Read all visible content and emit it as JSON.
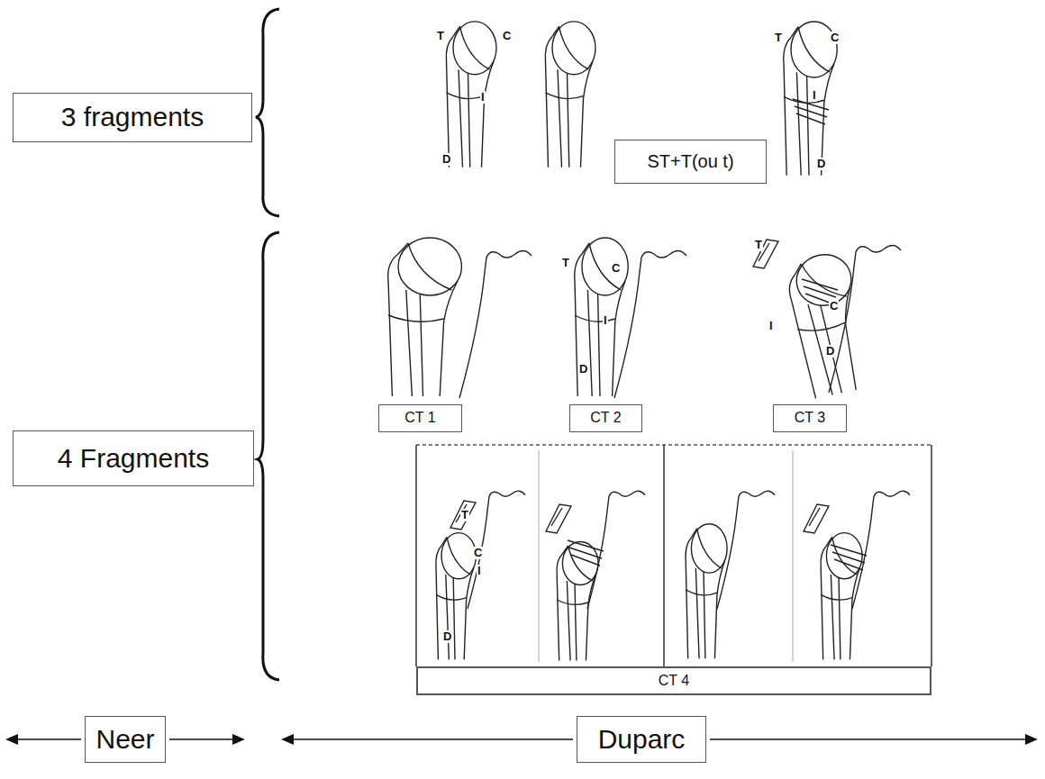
{
  "diagram": {
    "nodes": [
      {
        "text": [
          "3 fragments"
        ]
      },
      {
        "text": [
          "ST+T(ou t)"
        ]
      },
      {
        "text": [
          "4 Fragments"
        ]
      },
      {
        "text": [
          "CT 1"
        ]
      },
      {
        "text": [
          "CT 2"
        ]
      },
      {
        "text": [
          "CT 3"
        ]
      },
      {
        "text": [
          "CT 4"
        ]
      },
      {
        "text": [
          "Neer"
        ]
      },
      {
        "text": [
          "Duparc"
        ]
      }
    ],
    "labels": [
      "T",
      "C",
      "I",
      "D",
      "T",
      "C",
      "I",
      "D",
      "T",
      "C",
      "I",
      "D",
      "T",
      "C",
      "I",
      "D",
      "T",
      "C",
      "I",
      "D"
    ]
  }
}
